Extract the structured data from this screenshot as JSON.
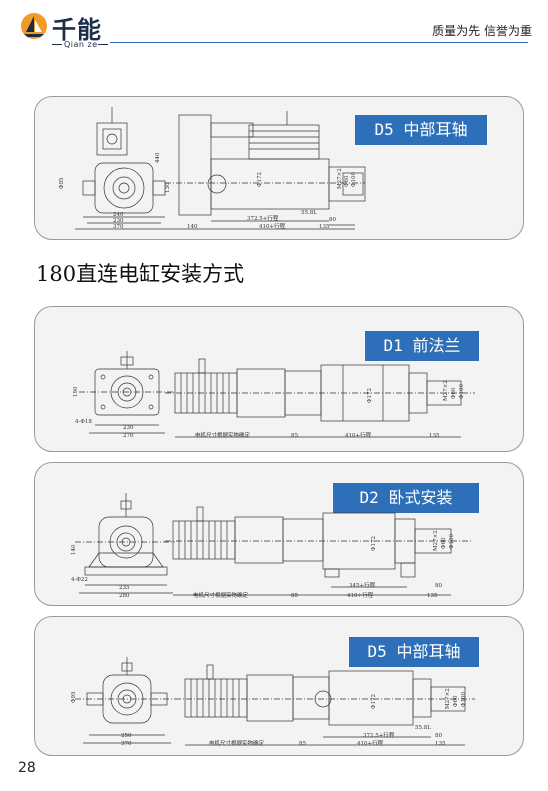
{
  "header": {
    "logo_cn": "千能",
    "logo_en": "Qian ze",
    "slogan": "质量为先 信誉为重"
  },
  "section_title": "180直连电缸安装方式",
  "page_number": "28",
  "colors": {
    "accent": "#2d6fb8",
    "panel_bg": "#f3f3f3",
    "logo": "#1d2c47"
  },
  "panels": [
    {
      "badge": "D5 中部耳轴",
      "dims": {
        "h1": "440",
        "h2": "130",
        "d1": "Φ95",
        "w1": "240",
        "w2": "230",
        "w3": "370",
        "w4": "140",
        "stroke": "372.5+行程",
        "s1": "55.8L",
        "total": "410+行程",
        "e1": "80",
        "e2": "135",
        "dia": "Φ172",
        "f1": "M27×2",
        "f2": "Φ60",
        "f3": "Φ100"
      }
    },
    {
      "badge": "D1 前法兰",
      "dims": {
        "h1": "190",
        "w1": "230",
        "w2": "270",
        "hole": "4-Φ18",
        "motor": "电机尺寸根据实物确定",
        "e0": "85",
        "total": "410+行程",
        "e2": "135",
        "dia": "Φ172",
        "f1": "M27×2",
        "f2": "Φ60",
        "f3": "Φ100"
      }
    },
    {
      "badge": "D2 卧式安装",
      "dims": {
        "h1": "140",
        "hole": "4-Φ22",
        "w1": "235",
        "w2": "280",
        "motor": "电机尺寸根据实物确定",
        "e0": "85",
        "stroke": "345+行程",
        "total": "410+行程",
        "e1": "80",
        "e2": "135",
        "dia": "Φ172",
        "f1": "M27×2",
        "f2": "Φ60",
        "f3": "Φ100"
      }
    },
    {
      "badge": "D5 中部耳轴",
      "dims": {
        "d1": "Φ95",
        "w1": "250",
        "w2": "370",
        "motor": "电机尺寸根据实物确定",
        "e0": "85",
        "stroke": "372.5+行程",
        "s1": "55.8L",
        "total": "410+行程",
        "e1": "80",
        "e2": "135",
        "dia": "Φ172",
        "f1": "M27×2",
        "f2": "Φ60",
        "f3": "Φ100"
      }
    }
  ]
}
